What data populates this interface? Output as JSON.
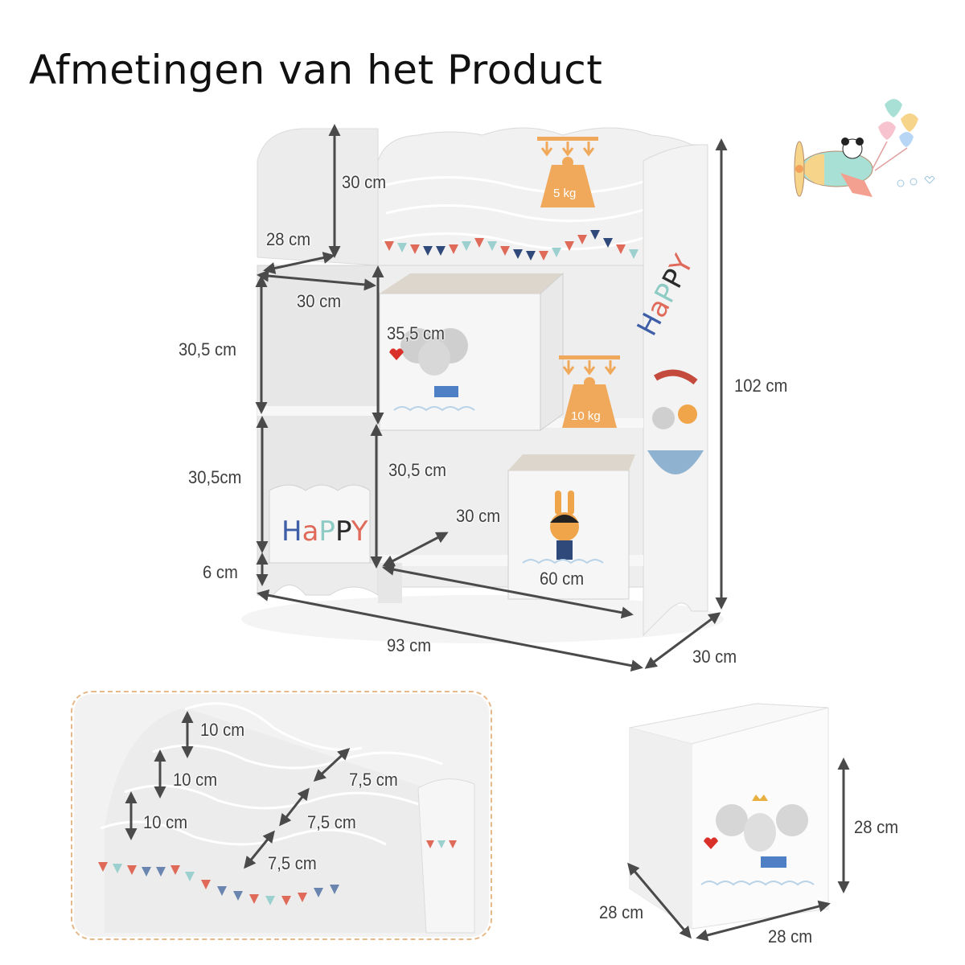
{
  "title": "Afmetingen van het Product",
  "main_view": {
    "dimensions": {
      "top_compartment_height": "30 cm",
      "top_compartment_depth": "28 cm",
      "cube_width": "30 cm",
      "upper_cube_height": "30,5 cm",
      "box_opening_height": "35,5 cm",
      "lower_cube_height": "30,5cm",
      "lower_middle_height": "30,5 cm",
      "lower_middle_depth": "30 cm",
      "leg_height": "6 cm",
      "bottom_right_width": "60 cm",
      "total_width": "93 cm",
      "total_depth": "30 cm",
      "total_height": "102 cm"
    },
    "load_limits": {
      "top_shelf": "5 kg",
      "middle_shelf": "10 kg"
    },
    "decor_text": {
      "front_bin": "HAPPY",
      "side_panel": "HAPPY"
    }
  },
  "detail_view": {
    "heights": [
      "10 cm",
      "10 cm",
      "10 cm"
    ],
    "depths": [
      "7,5 cm",
      "7,5 cm",
      "7,5 cm"
    ]
  },
  "bin_view": {
    "height": "28 cm",
    "depth": "28 cm",
    "width": "28 cm"
  },
  "colors": {
    "dimension_line": "#4a4a4a",
    "weight_badge": "#f0a95a",
    "inset_border": "#e6b98a"
  }
}
